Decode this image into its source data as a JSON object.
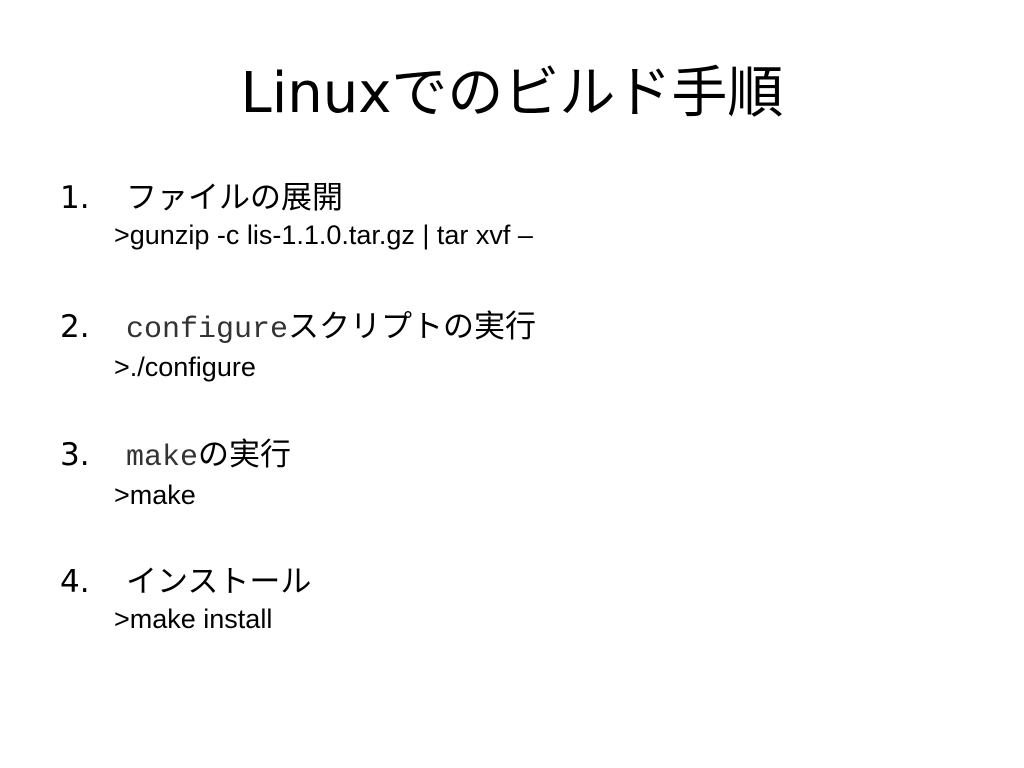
{
  "title": "Linuxでのビルド手順",
  "steps": [
    {
      "number": "1.",
      "code": "",
      "label": "ファイルの展開",
      "command": ">gunzip -c lis-1.1.0.tar.gz | tar xvf –"
    },
    {
      "number": "2.",
      "code": "configure",
      "label": "スクリプトの実行",
      "command": ">./configure"
    },
    {
      "number": "3.",
      "code": "make",
      "label": "の実行",
      "command": ">make"
    },
    {
      "number": "4.",
      "code": "",
      "label": "インストール",
      "command": ">make install"
    }
  ]
}
